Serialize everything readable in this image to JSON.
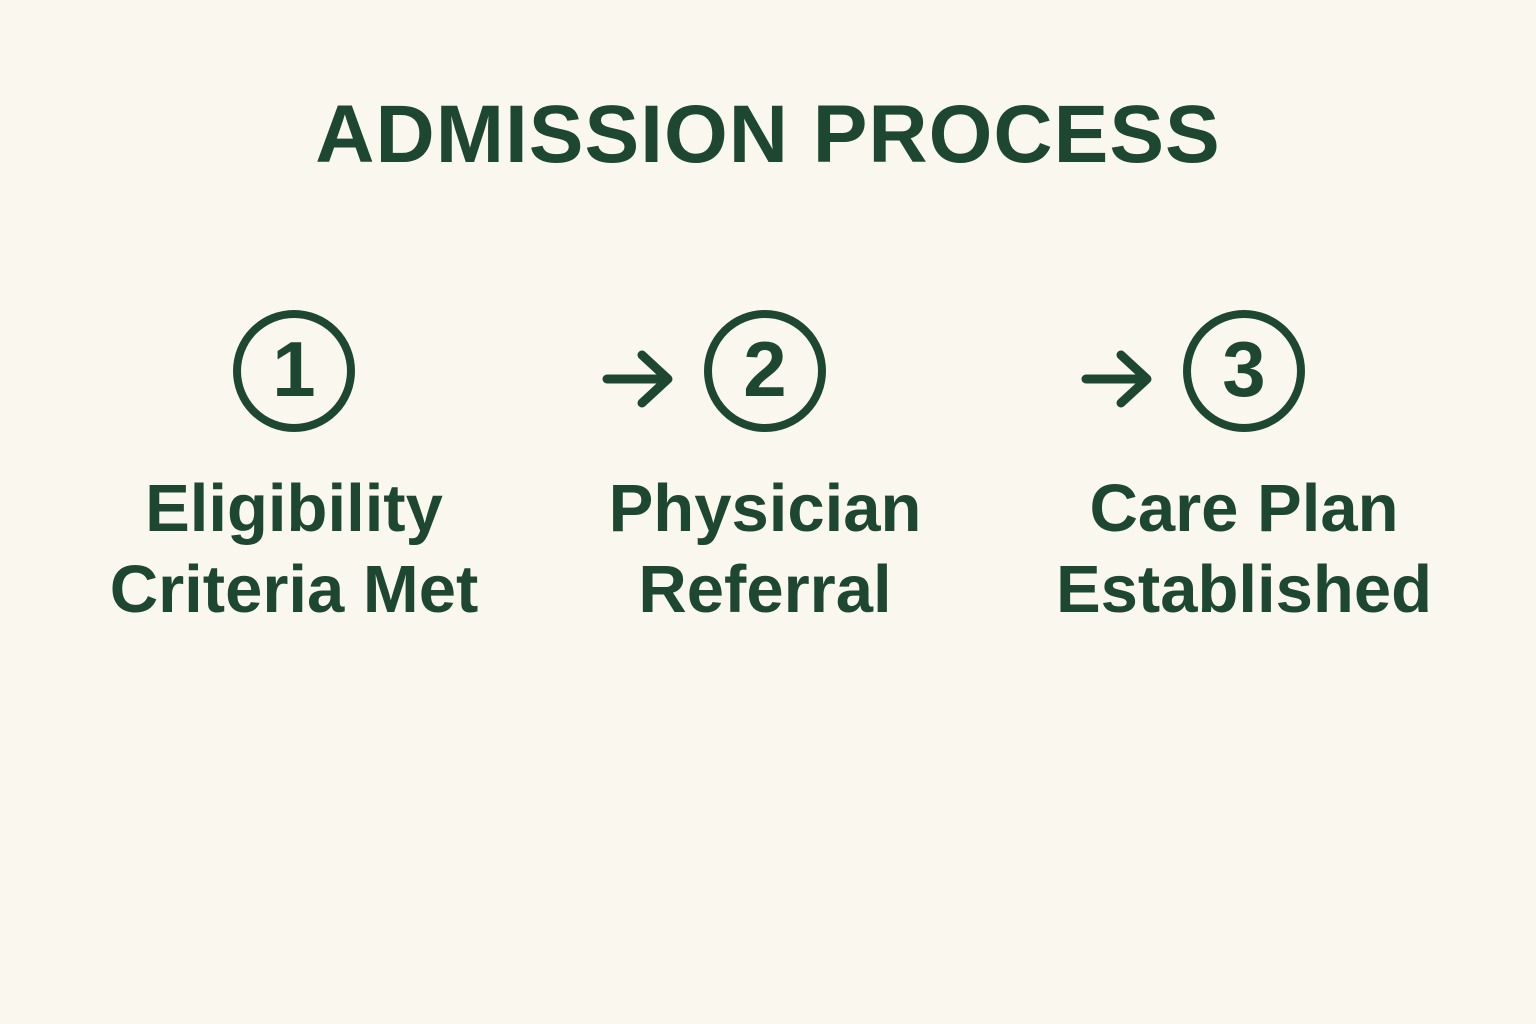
{
  "title": "ADMISSION PROCESS",
  "colors": {
    "accent": "#1e4732",
    "background": "#f9f7ee"
  },
  "icons": {
    "arrow": "right-arrow"
  },
  "steps": [
    {
      "number": "1",
      "lines": [
        "Eligibility",
        "Criteria Met"
      ]
    },
    {
      "number": "2",
      "lines": [
        "Physician",
        "Referral"
      ]
    },
    {
      "number": "3",
      "lines": [
        "Care Plan",
        "Established"
      ]
    }
  ]
}
